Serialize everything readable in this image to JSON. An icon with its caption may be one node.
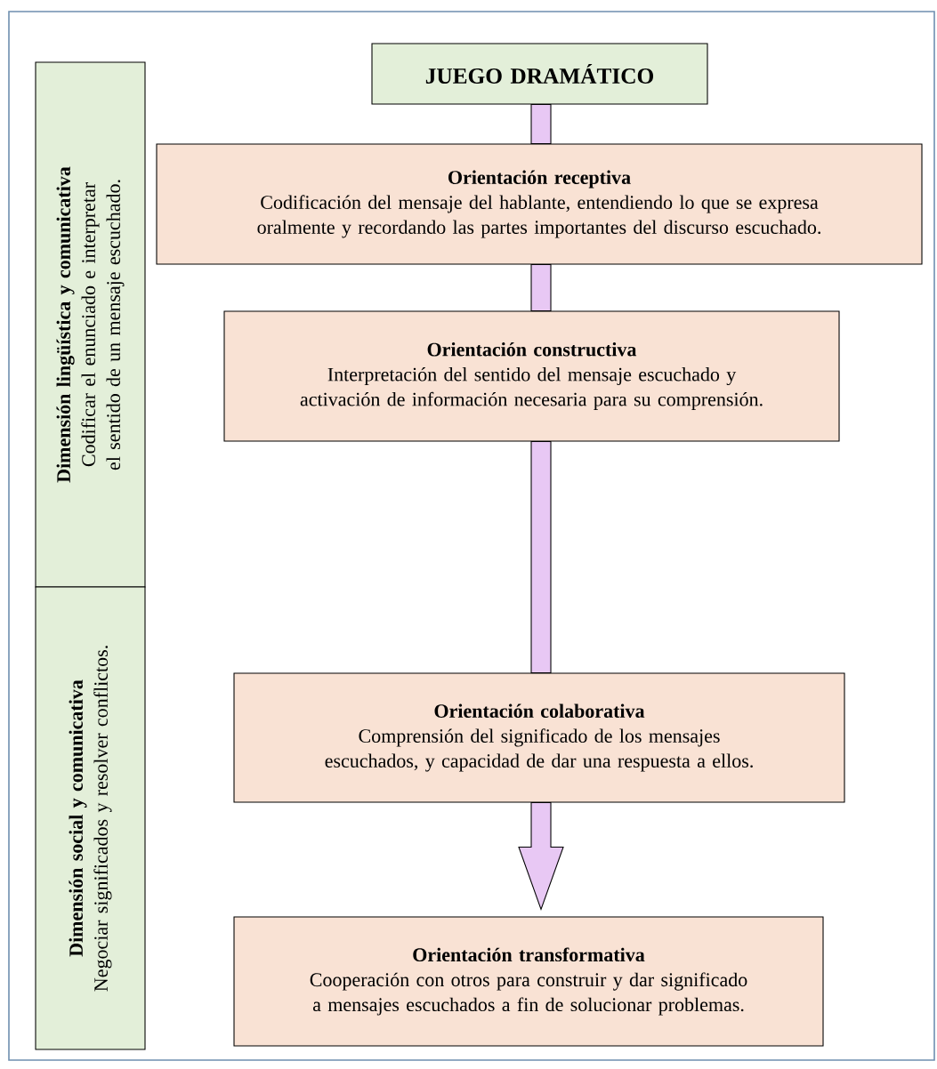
{
  "diagram": {
    "nodes": [
      {
        "text": [
          "Dimensión lingüística y comunicativa",
          "Codificar el enunciado e interpretar el sentido de un mensaje escuchado."
        ]
      },
      {
        "text": [
          "Dimensión social y comunicativa",
          "Negociar significados y resolver conflictos."
        ]
      },
      {
        "text": [
          "JUEGO DRAMÁTICO"
        ]
      },
      {
        "text": [
          "Orientación receptiva",
          "Codificación del mensaje del hablante, entendiendo lo que se expresa oralmente y recordando las partes importantes del discurso escuchado."
        ]
      },
      {
        "text": [
          "Orientación constructiva",
          "Interpretación del sentido del mensaje escuchado y activación de información necesaria para su comprensión."
        ]
      },
      {
        "text": [
          "Orientación colaborativa",
          "Comprensión del significado de los mensajes escuchados, y capacidad de dar una respuesta a ellos."
        ]
      },
      {
        "text": [
          "Orientación transformativa",
          "Cooperación con otros para construir y dar significado a mensajes escuchados a fin de solucionar problemas."
        ]
      }
    ],
    "edges": [
      {
        "from": 2,
        "to": 3,
        "arrow": "none"
      },
      {
        "from": 3,
        "to": 4,
        "arrow": "none"
      },
      {
        "from": 4,
        "to": 5,
        "arrow": "none"
      },
      {
        "from": 5,
        "to": 6,
        "arrow": "to"
      }
    ]
  }
}
